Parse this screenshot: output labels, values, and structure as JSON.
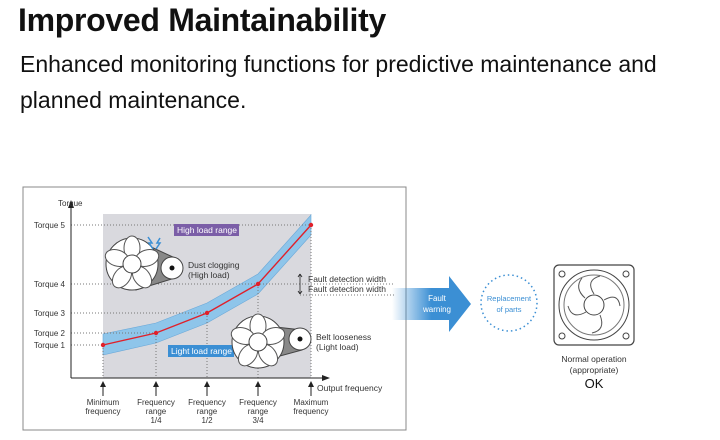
{
  "title": "Improved Maintainability",
  "subtitle": "Enhanced monitoring functions for predictive maintenance and planned maintenance.",
  "diagram": {
    "y_axis_label": "Torque",
    "x_axis_label": "Output frequency",
    "y_ticks": [
      "Torque 5",
      "Torque 4",
      "Torque 3",
      "Torque 2",
      "Torque 1"
    ],
    "x_ticks": [
      [
        "Minimum",
        "frequency"
      ],
      [
        "Frequency",
        "range",
        "1/4"
      ],
      [
        "Frequency",
        "range",
        "1/2"
      ],
      [
        "Frequency",
        "range",
        "3/4"
      ],
      [
        "Maximum",
        "frequency"
      ]
    ],
    "curve_torque_levels": [
      1,
      2,
      3,
      4,
      5
    ],
    "high_load_label": "High load range",
    "light_load_label": "Light load range",
    "dust_label": [
      "Dust clogging",
      "(High load)"
    ],
    "belt_label": [
      "Belt looseness",
      "(Light load)"
    ],
    "fault_width_label": "Fault detection width",
    "fault_warning": [
      "Fault",
      "warning"
    ],
    "replacement": [
      "Replacement",
      "of parts"
    ],
    "normal": [
      "Normal operation",
      "(appropriate)"
    ],
    "ok": "OK",
    "colors": {
      "band": "#8ec5ea",
      "curve": "#e0202a",
      "region": "#d9d9de",
      "accent": "#3b8fd4",
      "high": "#7b5ea7"
    }
  }
}
